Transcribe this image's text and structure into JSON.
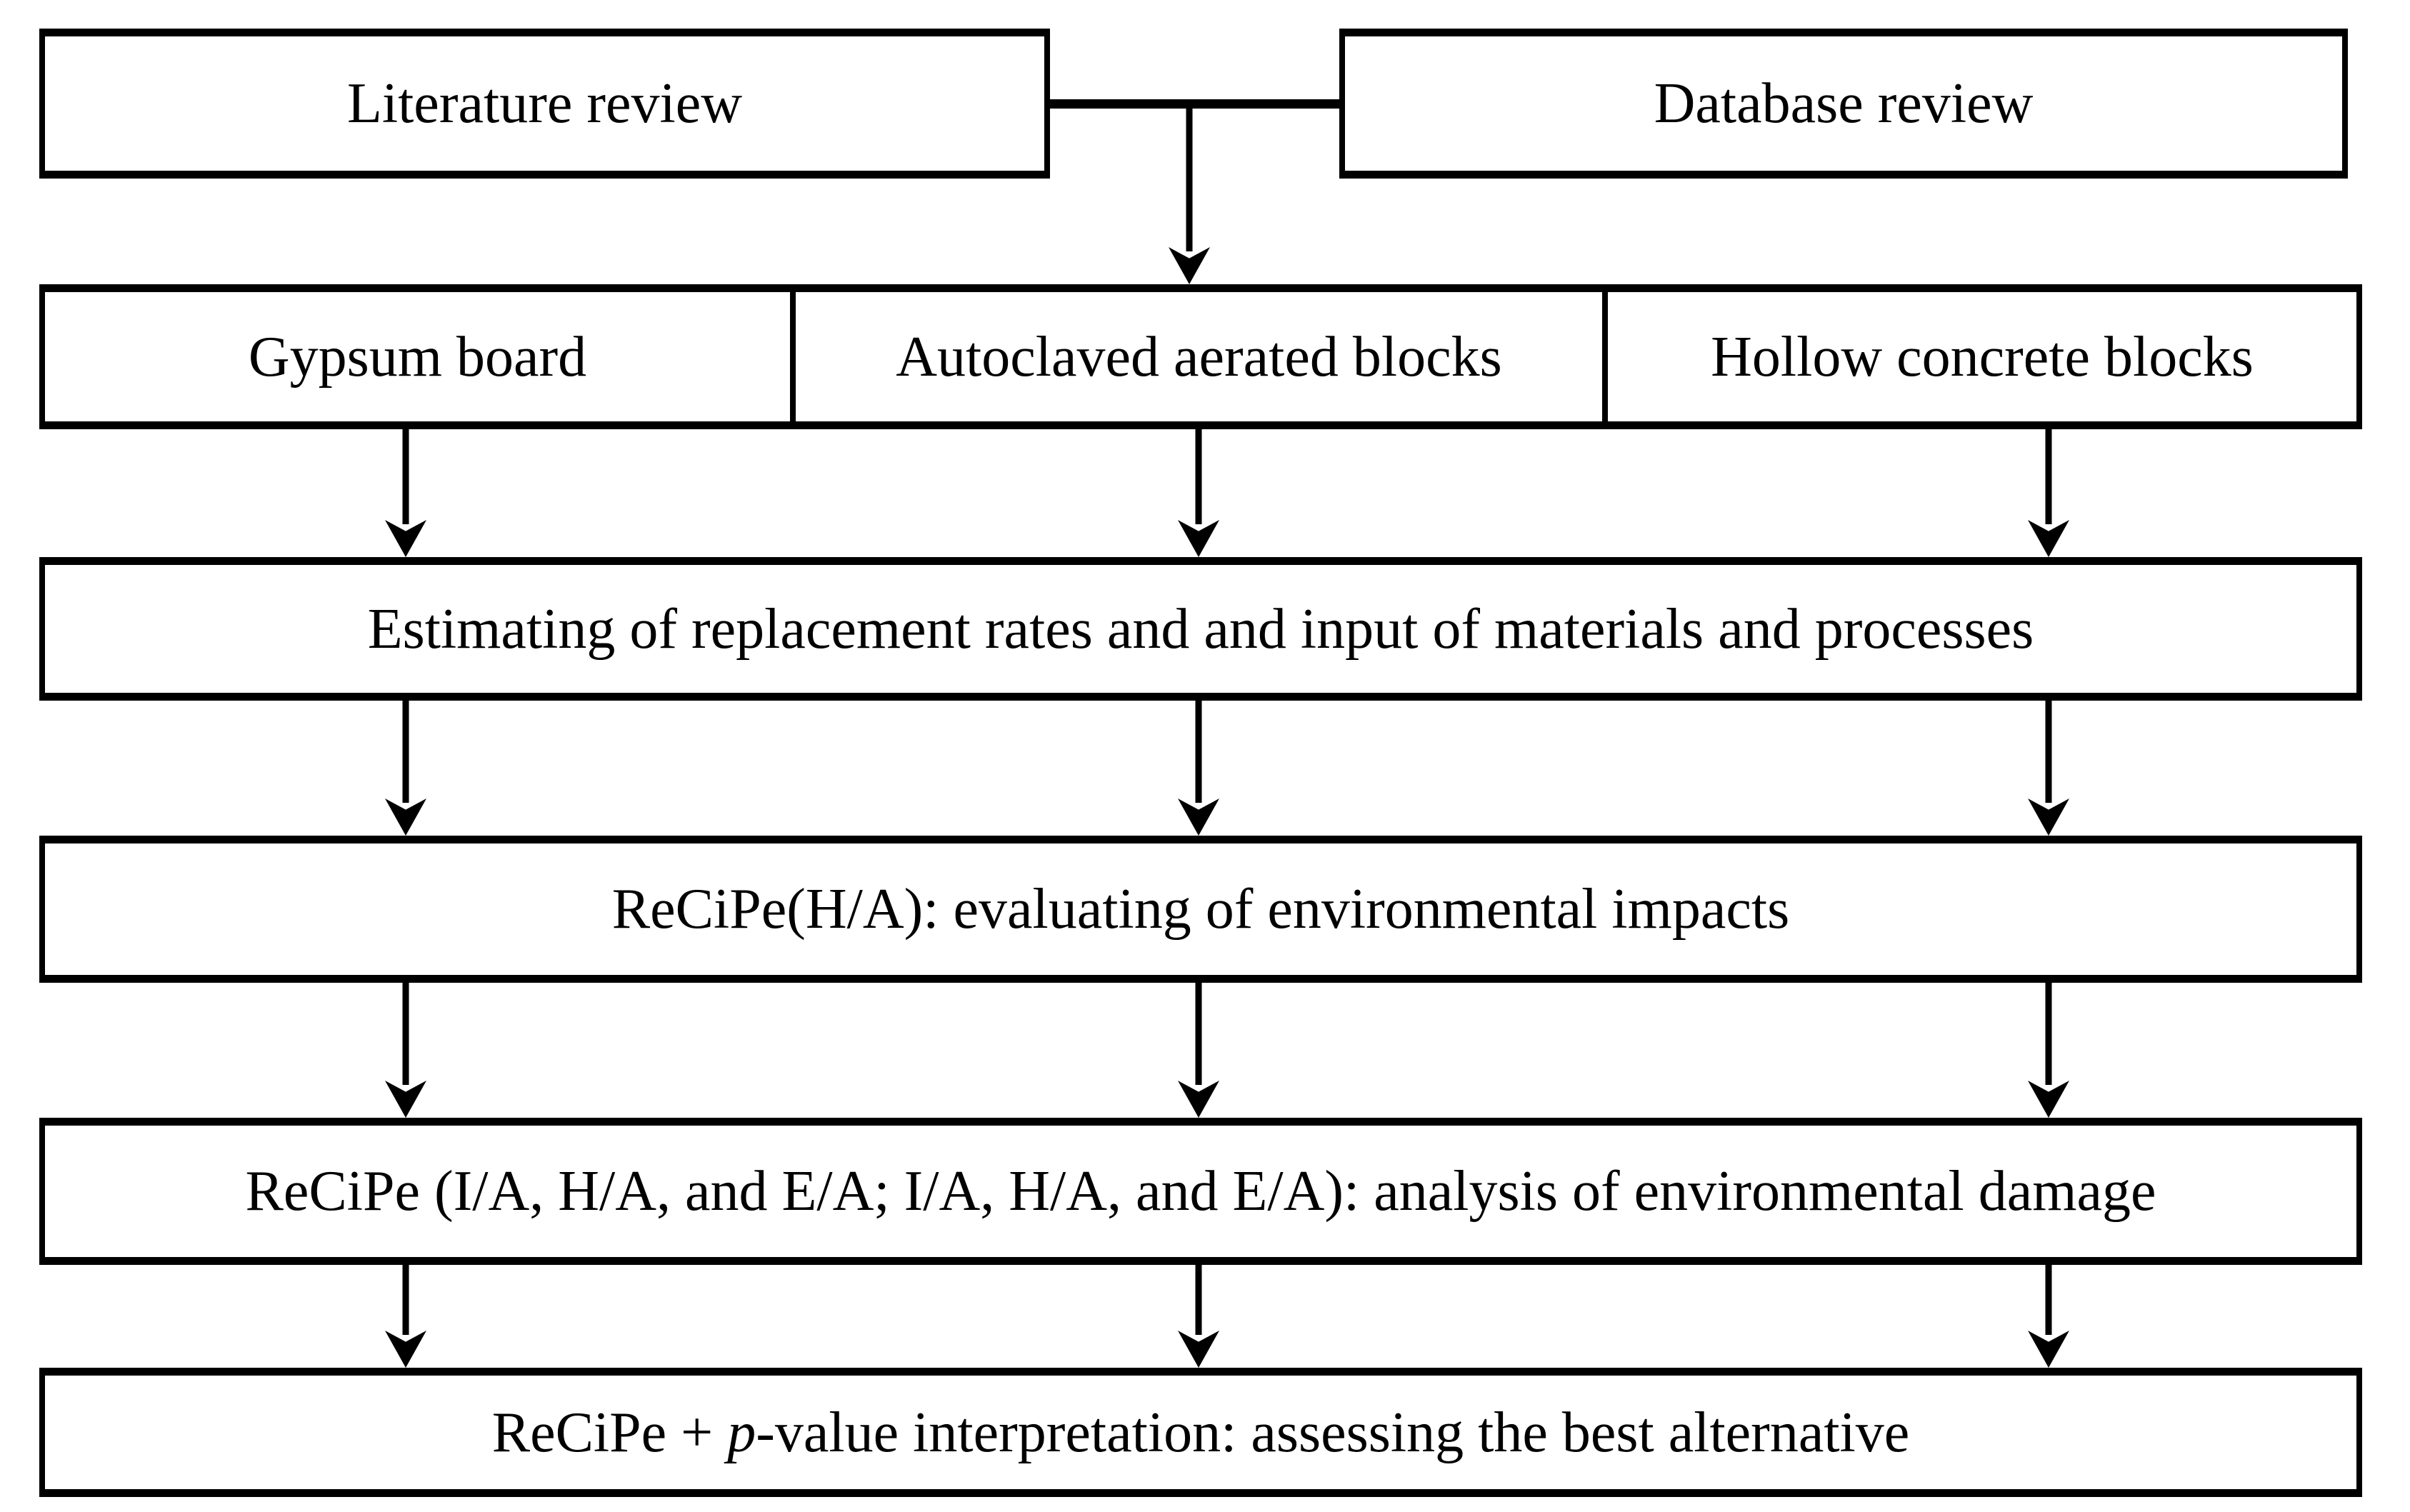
{
  "figure": {
    "colors": {
      "line": "#000000",
      "background": "#ffffff",
      "text": "#000000"
    }
  },
  "top_row": {
    "literature_box": "Literature review",
    "database_box": "Database review"
  },
  "materials_row": {
    "gypsum_box": "Gypsum board",
    "aerated_box": "Autoclaved aerated blocks",
    "hollow_box": "Hollow concrete blocks"
  },
  "step_rows": {
    "estimating": "Estimating of replacement rates and and input of materials and processes",
    "recipe_impacts": "ReCiPe(H/A): evaluating of environmental impacts",
    "recipe_damage": "ReCiPe (I/A, H/A, and E/A; I/A, H/A, and E/A): analysis of environmental damage",
    "recipe_pvalue_prefix": "ReCiPe + ",
    "recipe_pvalue_italic": "p",
    "recipe_pvalue_suffix": "-value interpretation: assessing the best alternative"
  }
}
